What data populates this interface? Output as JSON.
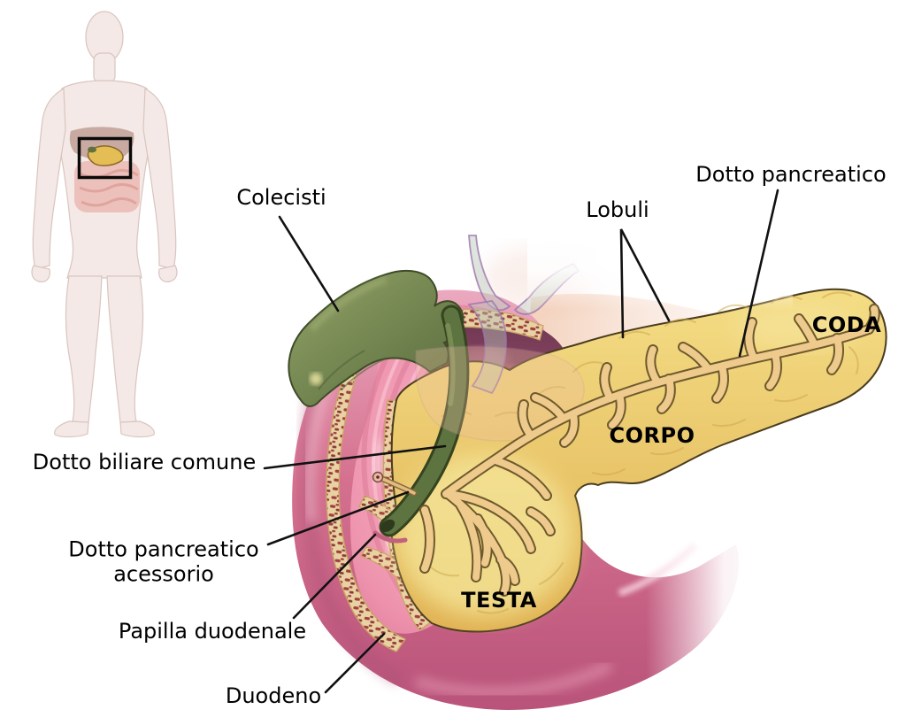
{
  "figure": {
    "labels": {
      "colecisti": "Colecisti",
      "lobuli": "Lobuli",
      "dotto_pancreatico": "Dotto pancreatico",
      "coda": "CODA",
      "corpo": "CORPO",
      "testa": "TESTA",
      "dotto_biliare_comune": "Dotto biliare comune",
      "dotto_pancreatico_acessorio": {
        "line1": "Dotto pancreatico",
        "line2": "acessorio"
      },
      "papilla_duodenale": "Papilla duodenale",
      "duodeno": "Duodeno"
    },
    "colors": {
      "background": "#ffffff",
      "label_text": "#000000",
      "leader_line": "#111111",
      "pancreas": "#ecc465",
      "pancreas_duct": "#eeca8c",
      "duodenum_wall": "#d5718f",
      "mucosa": "#ee93ae",
      "gallbladder": "#6f8045",
      "bile_duct": "#5d7340",
      "cut_edge": "#e9d2a2",
      "cut_edge_speckle": "#a34545",
      "deep_interior": "#7c3d58"
    }
  }
}
